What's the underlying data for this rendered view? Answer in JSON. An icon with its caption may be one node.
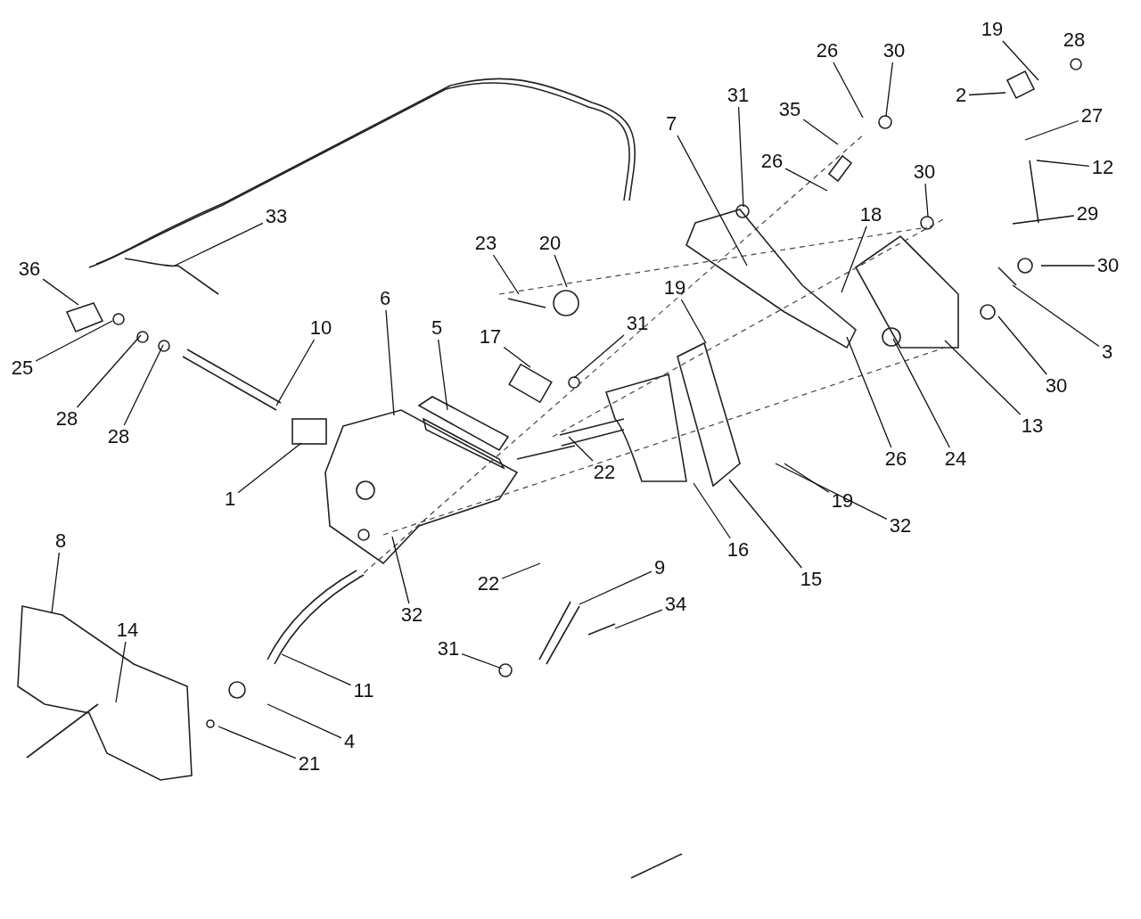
{
  "diagram": {
    "nodes": [
      {
        "text": [
          "19"
        ]
      },
      {
        "text": [
          "2"
        ]
      },
      {
        "text": [
          "27"
        ]
      },
      {
        "text": [
          "12"
        ]
      },
      {
        "text": [
          "29"
        ]
      },
      {
        "text": [
          "30"
        ]
      },
      {
        "text": [
          "3"
        ]
      },
      {
        "text": [
          "26"
        ]
      },
      {
        "text": [
          "30"
        ]
      },
      {
        "text": [
          "35"
        ]
      },
      {
        "text": [
          "26"
        ]
      },
      {
        "text": [
          "31"
        ]
      },
      {
        "text": [
          "7"
        ]
      },
      {
        "text": [
          "30"
        ]
      },
      {
        "text": [
          "18"
        ]
      },
      {
        "text": [
          "23"
        ]
      },
      {
        "text": [
          "20"
        ]
      },
      {
        "text": [
          "36"
        ]
      },
      {
        "text": [
          "33"
        ]
      },
      {
        "text": [
          "25"
        ]
      },
      {
        "text": [
          "28"
        ]
      },
      {
        "text": [
          "28"
        ]
      },
      {
        "text": [
          "10"
        ]
      },
      {
        "text": [
          "6"
        ]
      },
      {
        "text": [
          "5"
        ]
      },
      {
        "text": [
          "17"
        ]
      },
      {
        "text": [
          "31"
        ]
      },
      {
        "text": [
          "19"
        ]
      },
      {
        "text": [
          "1"
        ]
      },
      {
        "text": [
          "22"
        ]
      },
      {
        "text": [
          "22"
        ]
      },
      {
        "text": [
          "32"
        ]
      },
      {
        "text": [
          "16"
        ]
      },
      {
        "text": [
          "15"
        ]
      },
      {
        "text": [
          "19"
        ]
      },
      {
        "text": [
          "32"
        ]
      },
      {
        "text": [
          "26"
        ]
      },
      {
        "text": [
          "24"
        ]
      },
      {
        "text": [
          "13"
        ]
      },
      {
        "text": [
          "30"
        ]
      },
      {
        "text": [
          "9"
        ]
      },
      {
        "text": [
          "34"
        ]
      },
      {
        "text": [
          "31"
        ]
      },
      {
        "text": [
          "11"
        ]
      },
      {
        "text": [
          "4"
        ]
      },
      {
        "text": [
          "21"
        ]
      },
      {
        "text": [
          "14"
        ]
      },
      {
        "text": [
          "8"
        ]
      }
    ],
    "edges": [
      {
        "from": 0,
        "to": null,
        "arrow": "none"
      },
      {
        "from": 1,
        "to": null,
        "arrow": "none"
      },
      {
        "from": 2,
        "to": null,
        "arrow": "none"
      },
      {
        "from": 3,
        "to": null,
        "arrow": "none"
      },
      {
        "from": 4,
        "to": null,
        "arrow": "none"
      },
      {
        "from": 5,
        "to": null,
        "arrow": "none"
      },
      {
        "from": 6,
        "to": null,
        "arrow": "none"
      },
      {
        "from": 7,
        "to": null,
        "arrow": "none"
      },
      {
        "from": 8,
        "to": null,
        "arrow": "none"
      },
      {
        "from": 9,
        "to": null,
        "arrow": "none"
      },
      {
        "from": 10,
        "to": null,
        "arrow": "none"
      },
      {
        "from": 11,
        "to": null,
        "arrow": "none"
      },
      {
        "from": 12,
        "to": null,
        "arrow": "none"
      },
      {
        "from": 13,
        "to": null,
        "arrow": "none"
      },
      {
        "from": 14,
        "to": null,
        "arrow": "none"
      },
      {
        "from": 15,
        "to": null,
        "arrow": "none"
      },
      {
        "from": 16,
        "to": null,
        "arrow": "none"
      },
      {
        "from": 17,
        "to": null,
        "arrow": "none"
      },
      {
        "from": 18,
        "to": null,
        "arrow": "none"
      },
      {
        "from": 19,
        "to": null,
        "arrow": "none"
      },
      {
        "from": 20,
        "to": null,
        "arrow": "none"
      },
      {
        "from": 21,
        "to": null,
        "arrow": "none"
      },
      {
        "from": 22,
        "to": null,
        "arrow": "none"
      },
      {
        "from": 23,
        "to": null,
        "arrow": "none"
      },
      {
        "from": 24,
        "to": null,
        "arrow": "none"
      },
      {
        "from": 25,
        "to": null,
        "arrow": "none"
      },
      {
        "from": 26,
        "to": null,
        "arrow": "none"
      },
      {
        "from": 27,
        "to": null,
        "arrow": "none"
      },
      {
        "from": 28,
        "to": null,
        "arrow": "none"
      },
      {
        "from": 29,
        "to": null,
        "arrow": "none"
      },
      {
        "from": 30,
        "to": null,
        "arrow": "none"
      },
      {
        "from": 31,
        "to": null,
        "arrow": "none"
      },
      {
        "from": 32,
        "to": null,
        "arrow": "none"
      },
      {
        "from": 33,
        "to": null,
        "arrow": "none"
      },
      {
        "from": 34,
        "to": null,
        "arrow": "none"
      },
      {
        "from": 35,
        "to": null,
        "arrow": "none"
      },
      {
        "from": 36,
        "to": null,
        "arrow": "none"
      },
      {
        "from": 37,
        "to": null,
        "arrow": "none"
      },
      {
        "from": 38,
        "to": null,
        "arrow": "none"
      },
      {
        "from": 39,
        "to": null,
        "arrow": "none"
      },
      {
        "from": 40,
        "to": null,
        "arrow": "none"
      },
      {
        "from": 41,
        "to": null,
        "arrow": "none"
      },
      {
        "from": 42,
        "to": null,
        "arrow": "none"
      },
      {
        "from": 43,
        "to": null,
        "arrow": "none"
      },
      {
        "from": 44,
        "to": null,
        "arrow": "none"
      },
      {
        "from": 45,
        "to": null,
        "arrow": "none"
      },
      {
        "from": 46,
        "to": null,
        "arrow": "none"
      },
      {
        "from": 47,
        "to": null,
        "arrow": "none"
      }
    ],
    "labels": [
      "28"
    ]
  }
}
